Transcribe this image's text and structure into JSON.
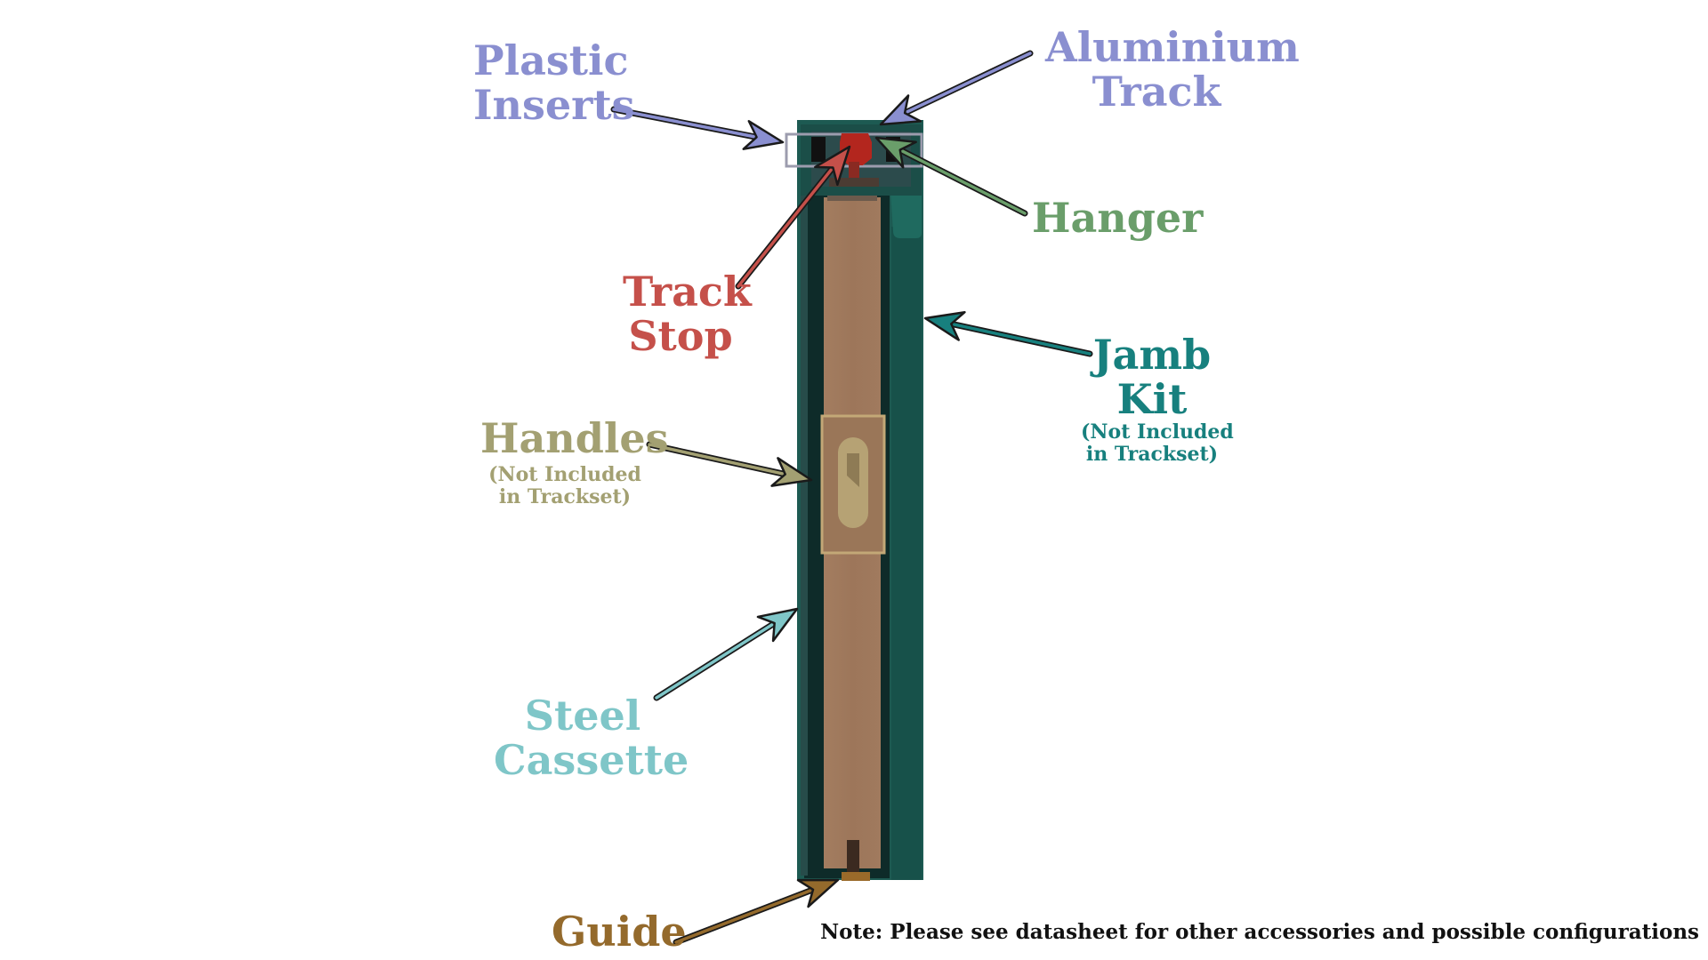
{
  "labels": {
    "plastic_inserts": {
      "line1": "Plastic",
      "line2": "Inserts",
      "color": "#8a8fd0"
    },
    "aluminium_track": {
      "line1": "Aluminium",
      "line2": "Track",
      "color": "#8a8fd0"
    },
    "hanger": {
      "text": "Hanger",
      "color": "#6a9e6a"
    },
    "track_stop": {
      "line1": "Track",
      "line2": "Stop",
      "color": "#c5504a"
    },
    "jamb_kit": {
      "line1": "Jamb",
      "line2": "Kit",
      "sub1": "(Not Included",
      "sub2": "in Trackset)",
      "color": "#17807e"
    },
    "handles": {
      "text": "Handles",
      "sub1": "(Not Included",
      "sub2": "in Trackset)",
      "color": "#a3a072"
    },
    "steel_cassette": {
      "line1": "Steel",
      "line2": "Cassette",
      "color": "#7fc6c8"
    },
    "guide": {
      "text": "Guide",
      "color": "#946a2c"
    }
  },
  "note": "Note: Please see datasheet for other accessories and possible configurations",
  "colors": {
    "jamb": "#1d5a52",
    "cassette_steel": "#173e3a",
    "door_panel": "#a07a5e",
    "handle": "#bda37a",
    "track_stop": "#b3261e",
    "inserts_outline": "#8a8a9a",
    "guide": "#9a6a2a"
  }
}
